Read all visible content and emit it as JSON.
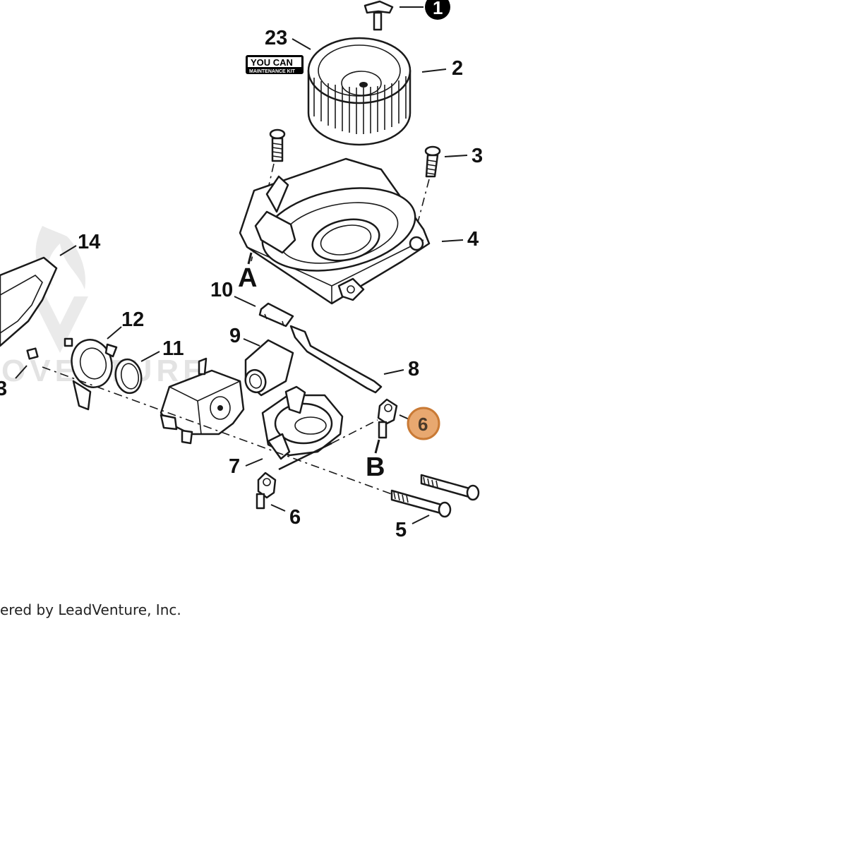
{
  "diagram": {
    "callouts": {
      "c1": "1",
      "c2": "2",
      "c3a": "3",
      "c3b": "3",
      "c4": "4",
      "c5": "5",
      "c6a": "6",
      "c6b": "6",
      "c7": "7",
      "c8": "8",
      "c9": "9",
      "c10": "10",
      "c11": "11",
      "c12": "12",
      "c14": "14",
      "c23": "23"
    },
    "letters": {
      "a": "A",
      "b": "B"
    },
    "highlighted_callout": "6",
    "highlight_color": "#e8a870",
    "highlight_border": "#c97a35",
    "kit_badge": {
      "line1": "YOU CAN",
      "line2": "MAINTENANCE KIT"
    },
    "watermark_text": "OVENTURE"
  },
  "footer": {
    "text": "ered by LeadVenture, Inc."
  }
}
